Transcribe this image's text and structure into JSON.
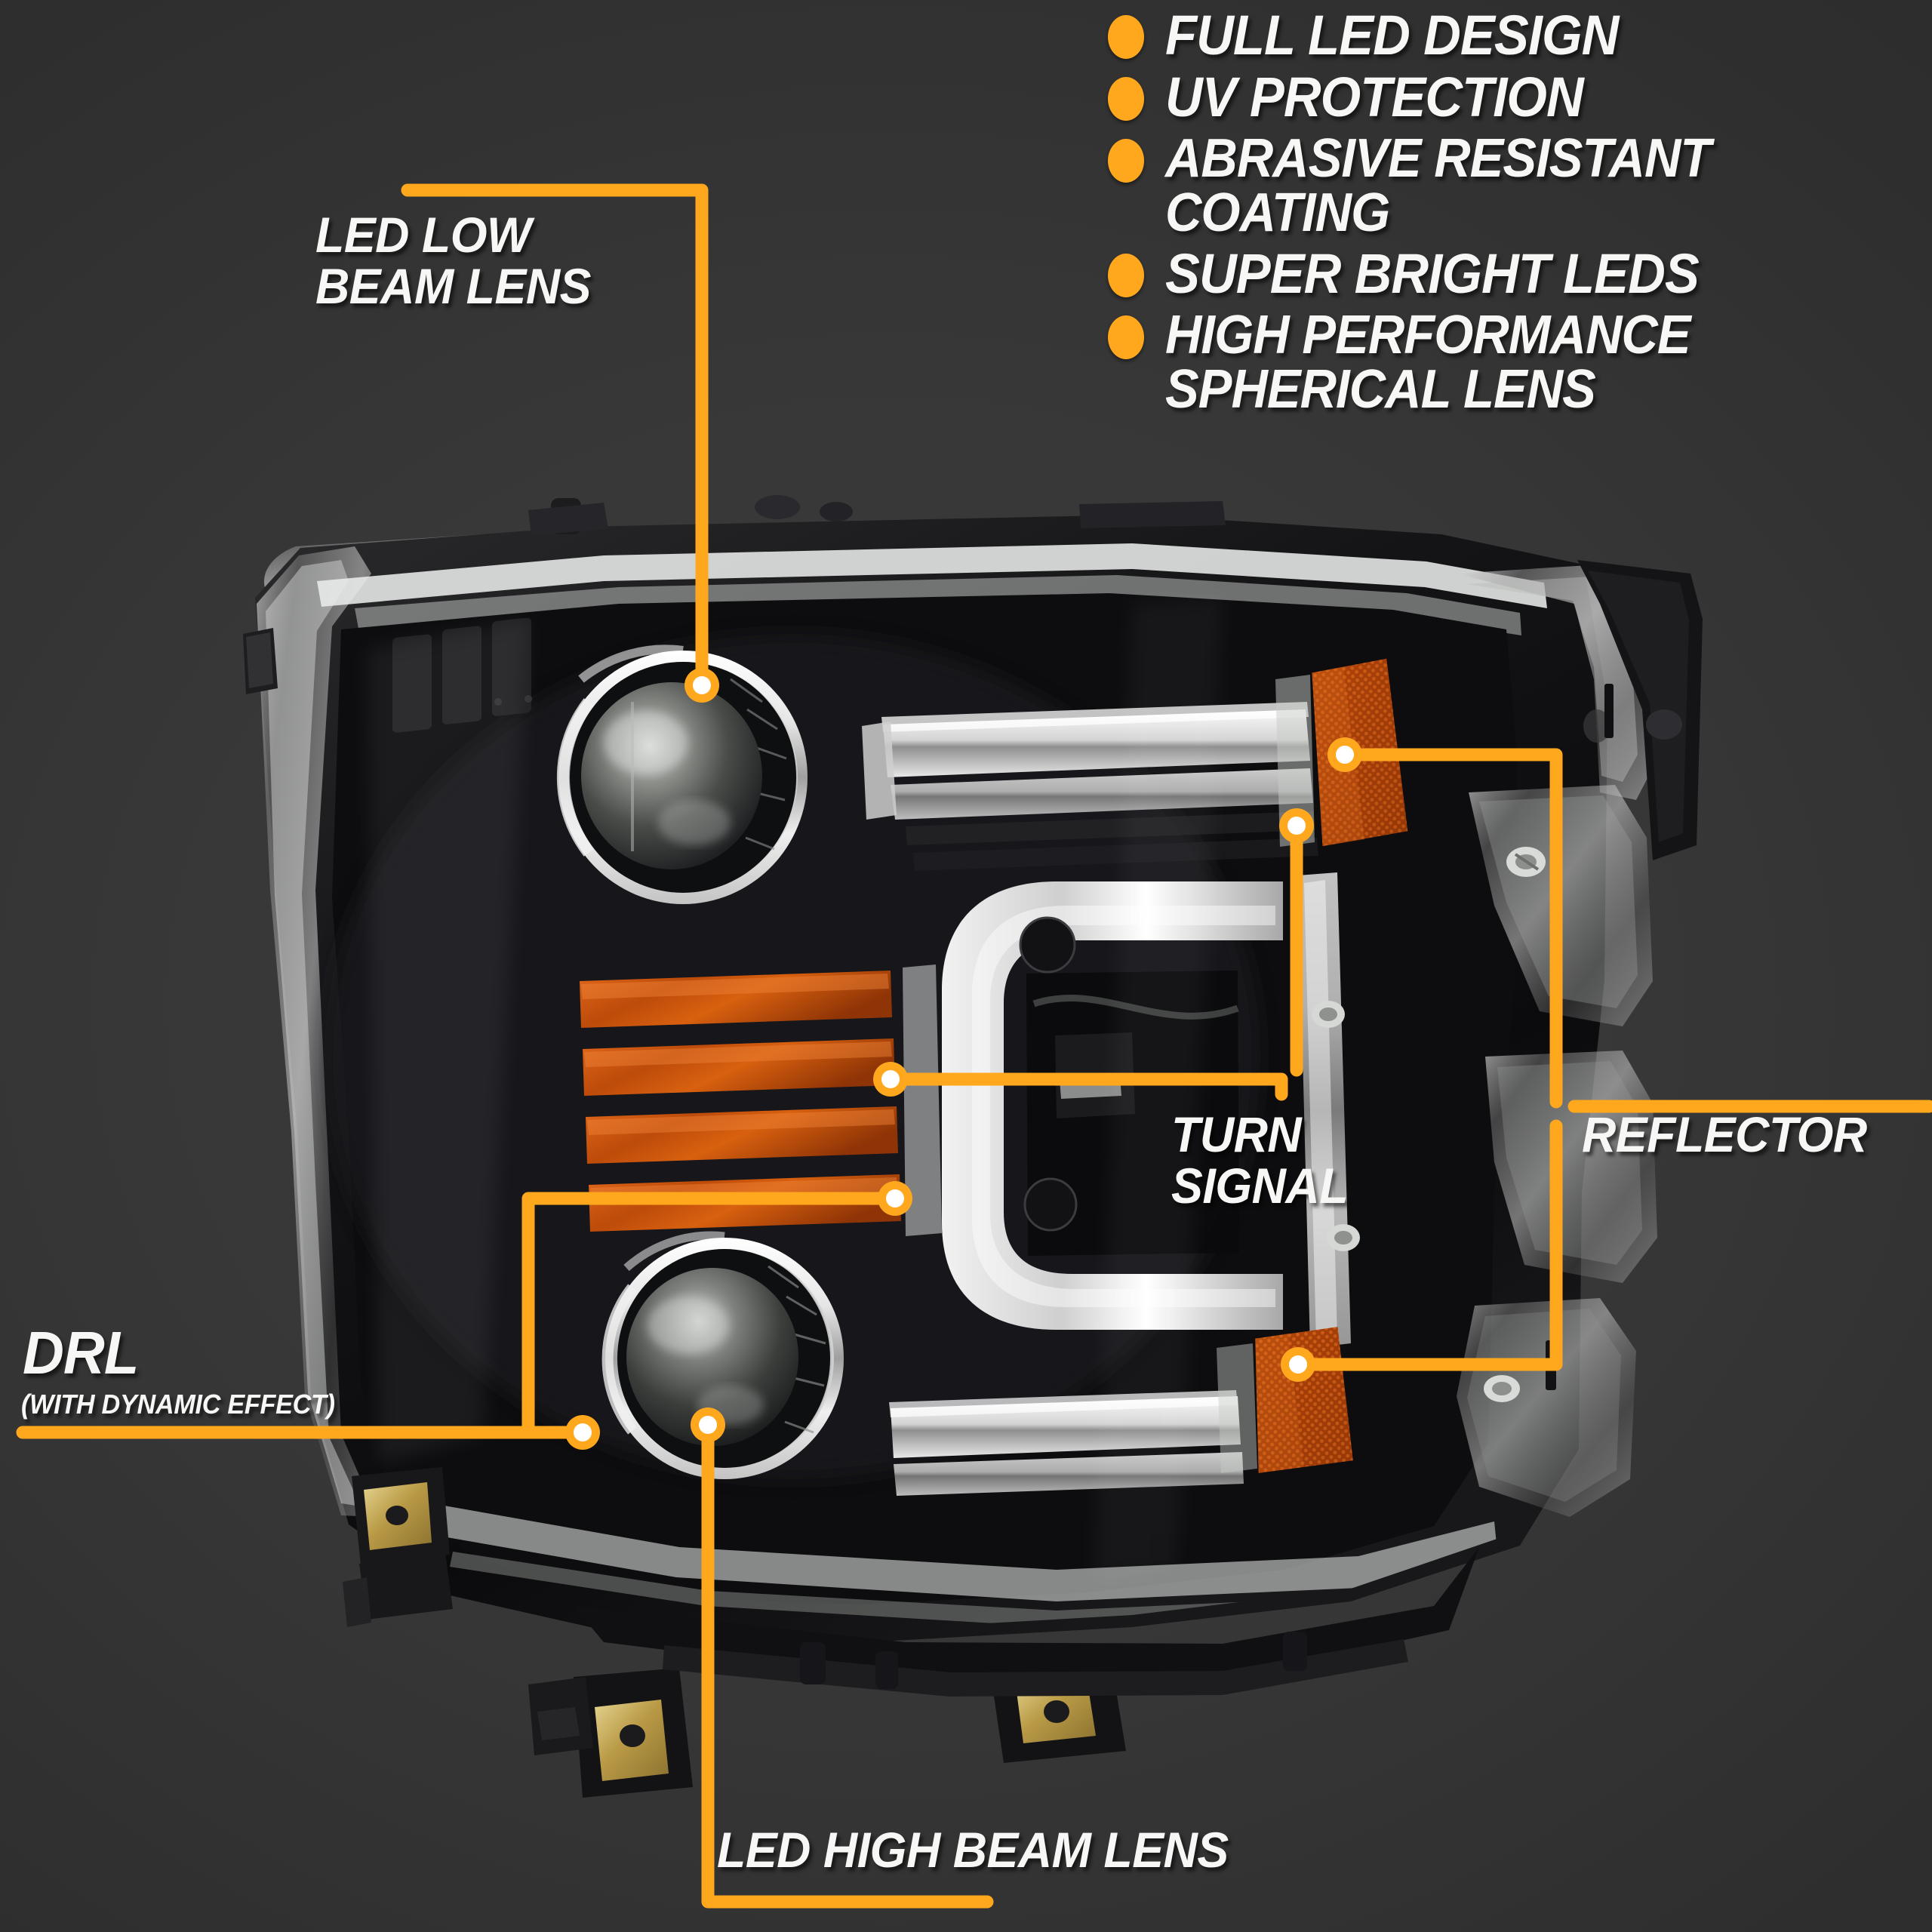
{
  "theme": {
    "background_color": "#353535",
    "accent_color": "#FFA81E",
    "accent_color_dark": "#F59B00",
    "text_color": "#F7F7F5",
    "amber_lens_color": "#C4500B",
    "amber_reflector_color": "#B8430A"
  },
  "features": {
    "items": [
      {
        "label": "FULL LED DESIGN"
      },
      {
        "label": "UV PROTECTION"
      },
      {
        "label": "ABRASIVE RESISTANT\nCOATING"
      },
      {
        "label": "SUPER BRIGHT LEDS"
      },
      {
        "label": "HIGH PERFORMANCE\nSPHERICAL LENS"
      }
    ]
  },
  "callouts": {
    "low_beam": {
      "label": "LED LOW\nBEAM LENS"
    },
    "drl": {
      "label": "DRL",
      "sublabel": "(WITH DYNAMIC EFFECT)"
    },
    "turn_signal": {
      "label": "TURN\nSIGNAL"
    },
    "reflector": {
      "label": "REFLECTOR"
    },
    "high_beam": {
      "label": "LED HIGH BEAM LENS"
    }
  },
  "product": {
    "type": "LED projector headlight assembly",
    "housing_color": "black",
    "lens_color": "clear"
  }
}
